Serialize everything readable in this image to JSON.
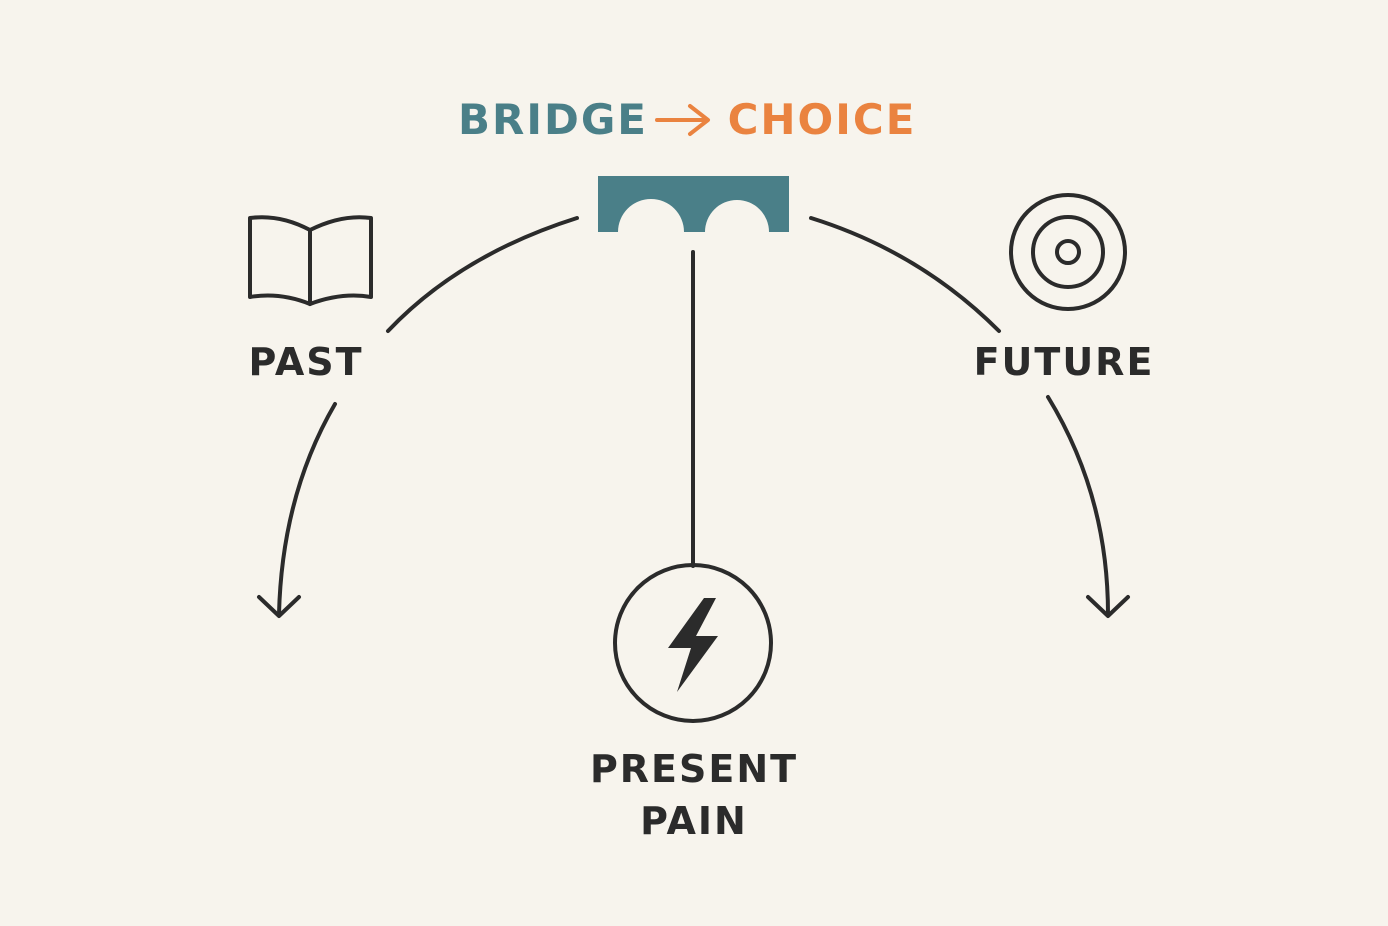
{
  "title": {
    "left": "BRIDGE",
    "right": "CHOICE",
    "left_color": "#4a7f88",
    "right_color": "#ea8340",
    "arrow_icon": "arrow-right-icon"
  },
  "nodes": {
    "past": {
      "label": "PAST",
      "icon": "open-book-icon"
    },
    "future": {
      "label": "FUTURE",
      "icon": "target-icon"
    },
    "present": {
      "label_line1": "PRESENT",
      "label_line2": "PAIN",
      "icon": "lightning-bolt-icon"
    },
    "bridge": {
      "icon": "bridge-icon",
      "color": "#4a7f88"
    }
  },
  "colors": {
    "background": "#f7f4ed",
    "ink": "#2b2b2b"
  }
}
